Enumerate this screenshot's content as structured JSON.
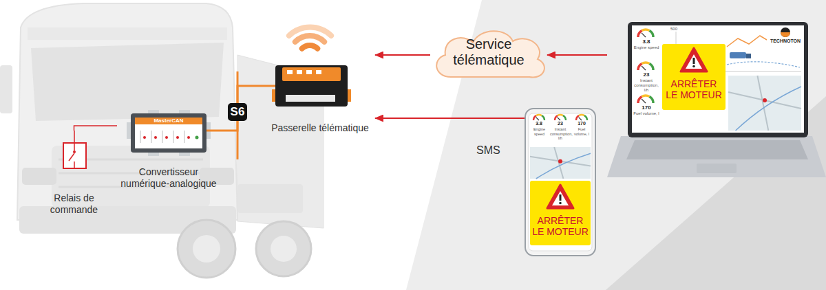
{
  "diagram": {
    "nodes": [
      {
        "text": [
          "Relais de commande"
        ]
      },
      {
        "text": [
          "MasterCAN",
          "Convertisseur numérique-analogique"
        ]
      },
      {
        "text": [
          "Passerelle télématique"
        ]
      },
      {
        "text": [
          "Service télématique"
        ]
      },
      {
        "text": [
          "3.8",
          "Engine speed",
          "23",
          "Instant consumption, l/h",
          "170",
          "Fuel volume, l",
          "500",
          "TECHNOTON"
        ]
      },
      {
        "text": [
          "ARRÊTER LE MOTEUR"
        ],
        "in": 4
      },
      {
        "text": [
          "3.8",
          "Engine speed",
          "23",
          "Instant consumption, l/h",
          "170",
          "Fuel volume, l"
        ]
      },
      {
        "text": [
          "ARRÊTER LE MOTEUR"
        ],
        "in": 6
      }
    ],
    "edges": [
      {
        "from": 4,
        "to": 3,
        "arrow": "to"
      },
      {
        "from": 3,
        "to": 2,
        "arrow": "to"
      },
      {
        "from": 6,
        "to": 2,
        "label": "SMS",
        "arrow": "to"
      },
      {
        "from": 0,
        "to": 1,
        "arrow": "none"
      },
      {
        "from": 1,
        "to": 2,
        "arrow": "none"
      }
    ],
    "labels": [
      "S6"
    ]
  }
}
